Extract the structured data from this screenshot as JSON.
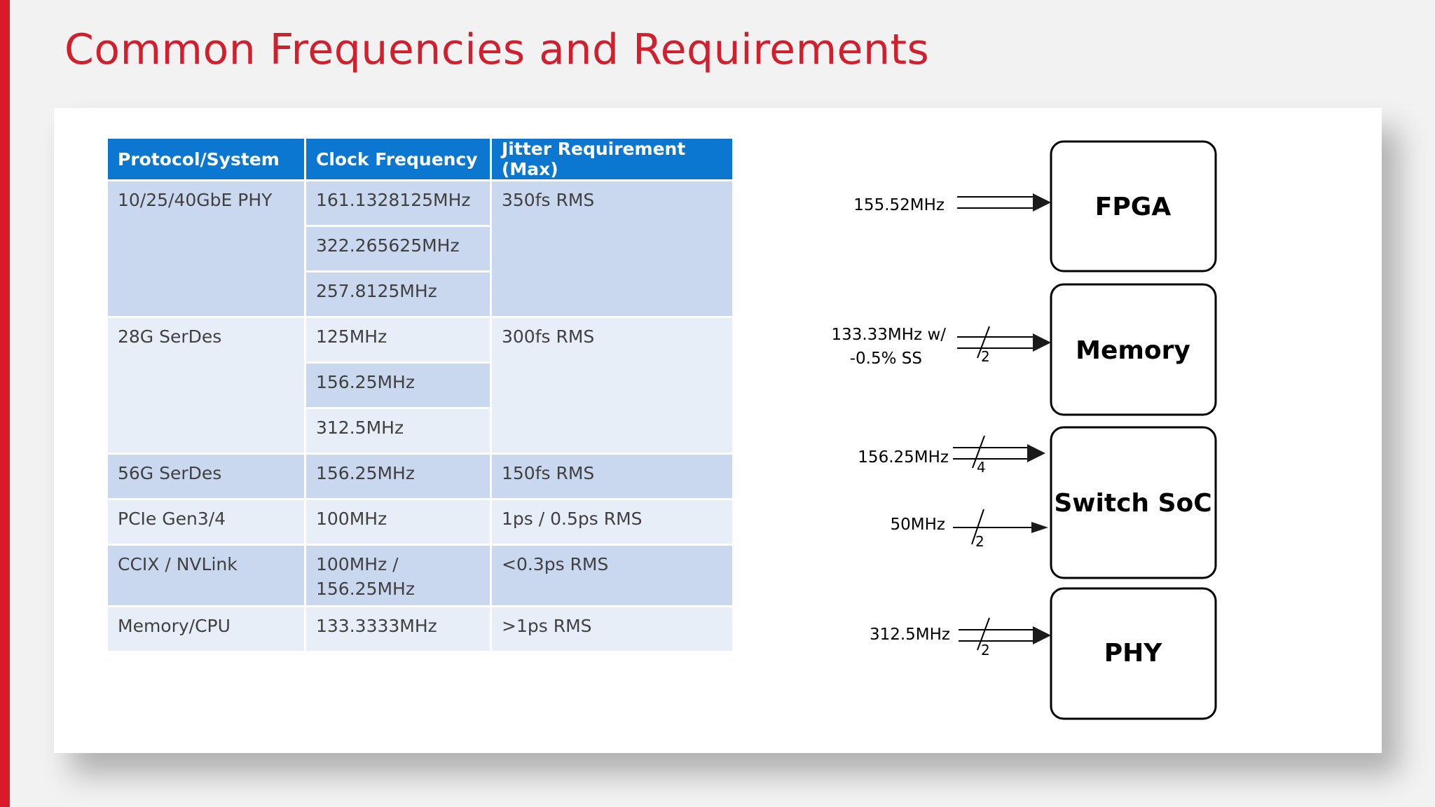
{
  "title": "Common Frequencies and Requirements",
  "colors": {
    "accent": "#d91a2a",
    "title": "#d0202d",
    "header": "#0b77d0",
    "row_dark": "#cad8ef",
    "row_light": "#e8eef8"
  },
  "table": {
    "headers": [
      "Protocol/System",
      "Clock Frequency",
      "Jitter Requirement (Max)"
    ],
    "rows": [
      {
        "protocol": "10/25/40GbE PHY",
        "clocks": [
          "161.1328125MHz",
          "322.265625MHz",
          "257.8125MHz"
        ],
        "jitter": "350fs RMS"
      },
      {
        "protocol": "28G SerDes",
        "clocks": [
          "125MHz",
          "156.25MHz",
          "312.5MHz"
        ],
        "jitter": "300fs RMS"
      },
      {
        "protocol": "56G SerDes",
        "clocks": [
          "156.25MHz"
        ],
        "jitter": "150fs RMS"
      },
      {
        "protocol": "PCIe Gen3/4",
        "clocks": [
          "100MHz"
        ],
        "jitter": "1ps / 0.5ps RMS"
      },
      {
        "protocol": "CCIX / NVLink",
        "clocks": [
          "100MHz /",
          "156.25MHz"
        ],
        "jitter": "<0.3ps RMS"
      },
      {
        "protocol": "Memory/CPU",
        "clocks": [
          "133.3333MHz"
        ],
        "jitter": ">1ps RMS"
      }
    ]
  },
  "diagram": {
    "blocks": [
      "FPGA",
      "Memory",
      "Switch SoC",
      "PHY"
    ],
    "signals": {
      "fpga": {
        "label": "155.52MHz"
      },
      "memory": {
        "label_line1": "133.33MHz w/",
        "label_line2": "-0.5% SS",
        "bus_width": "2"
      },
      "switch_a": {
        "label": "156.25MHz",
        "bus_width": "4"
      },
      "switch_b": {
        "label": "50MHz",
        "bus_width": "2"
      },
      "phy": {
        "label": "312.5MHz",
        "bus_width": "2"
      }
    }
  }
}
